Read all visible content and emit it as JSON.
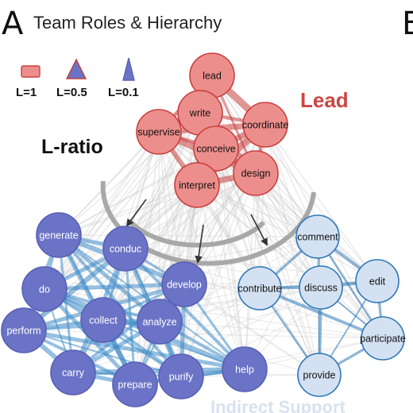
{
  "panel_letters": {
    "left": "A",
    "right": "B"
  },
  "title": "Team Roles & Hierarchy",
  "legend": {
    "items": [
      {
        "label": "L=1",
        "shape": "rectangle"
      },
      {
        "label": "L=0.5",
        "shape": "triangle"
      },
      {
        "label": "L=0.1",
        "shape": "narrow-triangle"
      }
    ]
  },
  "axis_label": "L-ratio",
  "group_labels": {
    "lead": "Lead",
    "indirect": "Indirect Support"
  },
  "colors": {
    "lead_fill": "#ec8e8c",
    "lead_stroke": "#c8403f",
    "lead_text": "#cc4644",
    "direct_fill": "#6b73c6",
    "direct_stroke": "#5860b4",
    "direct_edge": "#3f8cc9",
    "indirect_fill": "#d4e1f2",
    "indirect_stroke": "#2f78b7",
    "indirect_text": "#d7e2ef",
    "background_edge": "#c8c8c8"
  },
  "groups": {
    "lead": [
      "lead",
      "write",
      "supervise",
      "coordinate",
      "conceive",
      "design",
      "interpret"
    ],
    "direct": [
      "generate",
      "conduc",
      "do",
      "develop",
      "perform",
      "collect",
      "analyze",
      "carry",
      "prepare",
      "purify",
      "help"
    ],
    "indirect": [
      "comment",
      "contribute",
      "discuss",
      "edit",
      "participate",
      "provide"
    ]
  }
}
